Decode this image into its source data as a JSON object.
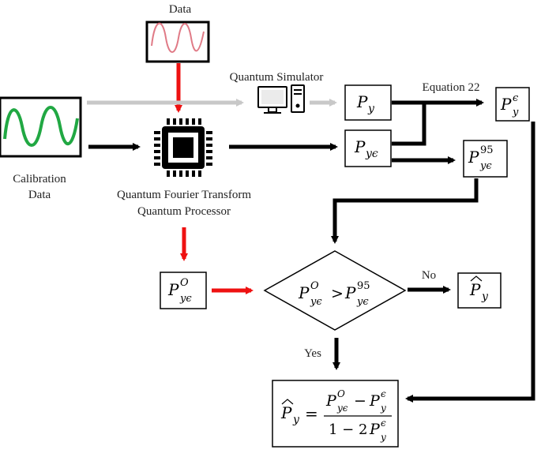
{
  "labels": {
    "data": "Data",
    "calibration_line1": "Calibration",
    "calibration_line2": "Data",
    "quantum_simulator": "Quantum Simulator",
    "qft_line1": "Quantum Fourier Transform",
    "qft_line2": "Quantum Processor",
    "equation22": "Equation 22",
    "no": "No",
    "yes": "Yes"
  },
  "math": {
    "P": "P",
    "y": "y",
    "y_eps": "yϵ",
    "eps": "ϵ",
    "O": "O",
    "p95": "95",
    "gt": ">",
    "eq": "=",
    "minus": "−",
    "one_minus_2": "1 − 2"
  },
  "colors": {
    "red_arrow": "#ee1111",
    "black_arrow": "#000000",
    "gray_arrow": "#c8c8c8",
    "green_signal": "#21a843",
    "pink_signal": "#e07a86"
  },
  "icons": [
    "sine-wave-icon",
    "cpu-chip-icon",
    "computer-icon"
  ]
}
